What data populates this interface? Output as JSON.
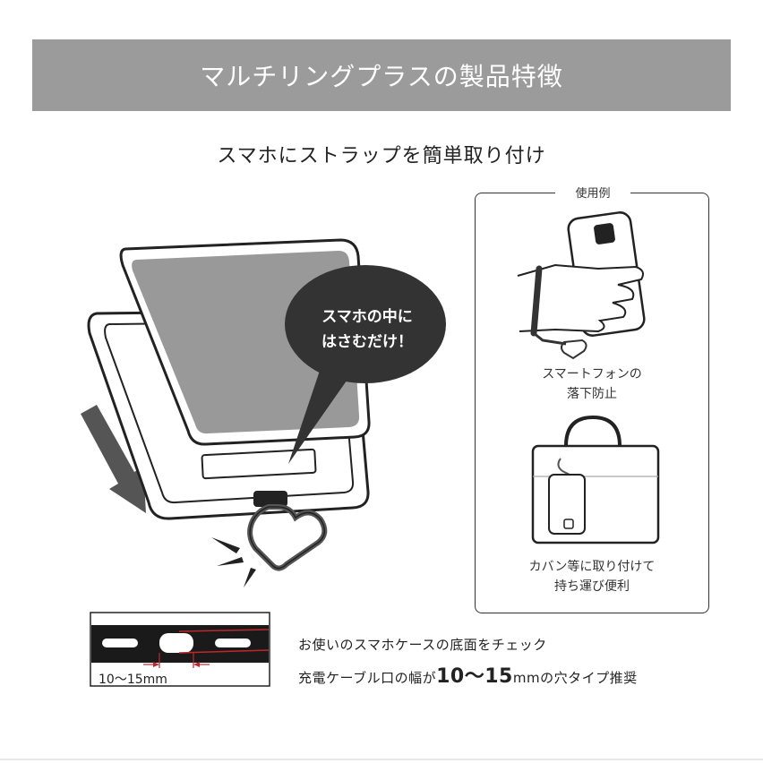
{
  "banner": {
    "title": "マルチリングプラスの製品特徴"
  },
  "subtitle": "スマホにストラップを簡単取り付け",
  "bubble": {
    "line1": "スマホの中に",
    "line2": "はさむだけ！"
  },
  "usage": {
    "title": "使用例",
    "caption1_line1": "スマートフォンの",
    "caption1_line2": "落下防止",
    "caption2_line1": "カバン等に取り付けて",
    "caption2_line2": "持ち運び便利"
  },
  "check": {
    "line1": "お使いのスマホケースの底面をチェック",
    "line2_prefix": "充電ケーブル口の幅が",
    "line2_num1": "10",
    "line2_tilde": "〜",
    "line2_num2": "15",
    "line2_suffix": "mmの穴タイプ推奨",
    "measure_label": "10〜15mm"
  },
  "colors": {
    "banner": "#9b9b9b",
    "bubble": "#333333",
    "phone_fill": "#999999",
    "arrow": "#555555",
    "slot_red": "#c0272d"
  }
}
